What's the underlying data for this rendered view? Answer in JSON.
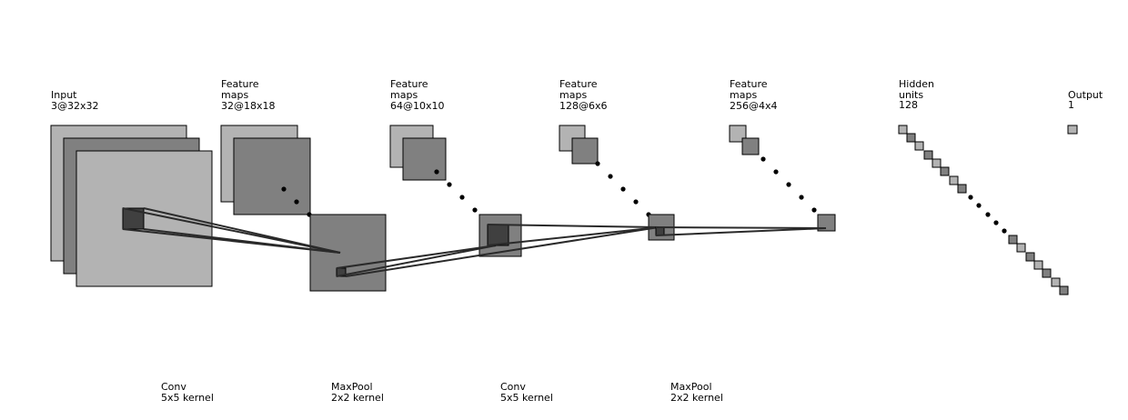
{
  "colors": {
    "light_gray": "#b3b3b3",
    "mid_gray": "#808080",
    "dark_gray": "#404040",
    "line": "#2a2a2a"
  },
  "layers": [
    {
      "line1": "Input",
      "line2": "3@32x32",
      "line3": ""
    },
    {
      "line1": "Feature",
      "line2": "maps",
      "line3": "32@18x18"
    },
    {
      "line1": "Feature",
      "line2": "maps",
      "line3": "64@10x10"
    },
    {
      "line1": "Feature",
      "line2": "maps",
      "line3": "128@6x6"
    },
    {
      "line1": "Feature",
      "line2": "maps",
      "line3": "256@4x4"
    },
    {
      "line1": "Hidden",
      "line2": "units",
      "line3": "128"
    },
    {
      "line1": "Output",
      "line2": "1",
      "line3": ""
    }
  ],
  "operations": [
    {
      "name": "Conv",
      "kernel": "5x5 kernel"
    },
    {
      "name": "MaxPool",
      "kernel": "2x2 kernel"
    },
    {
      "name": "Conv",
      "kernel": "5x5 kernel"
    },
    {
      "name": "MaxPool",
      "kernel": "2x2 kernel"
    }
  ]
}
